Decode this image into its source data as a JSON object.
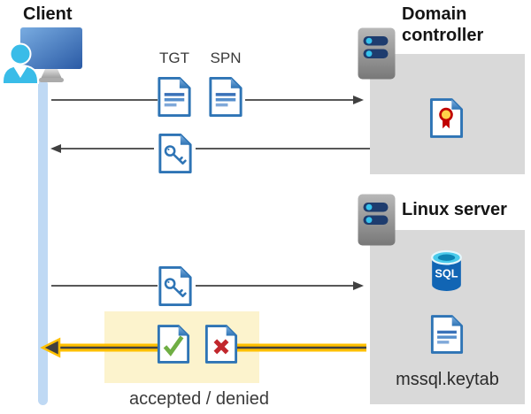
{
  "actors": {
    "client": {
      "label": "Client",
      "icon": "person-at-computer-icon"
    },
    "domain_controller": {
      "label": "Domain controller",
      "icon": "server-icon",
      "contains": [
        {
          "icon": "certificate-document-icon"
        }
      ]
    },
    "linux_server": {
      "label": "Linux server",
      "icon": "server-icon",
      "contains": [
        {
          "icon": "sql-database-icon",
          "badge": "SQL"
        },
        {
          "icon": "text-document-icon",
          "label": "mssql.keytab"
        }
      ]
    }
  },
  "flows": [
    {
      "from": "client",
      "to": "domain_controller",
      "payload_icons": [
        "text-document-icon",
        "text-document-icon"
      ],
      "payload_labels": [
        "TGT",
        "SPN"
      ]
    },
    {
      "from": "domain_controller",
      "to": "client",
      "payload_icons": [
        "key-document-icon"
      ]
    },
    {
      "from": "client",
      "to": "linux_server",
      "payload_icons": [
        "key-document-icon"
      ]
    },
    {
      "from": "linux_server",
      "to": "client",
      "payload_icons": [
        "accepted-document-icon",
        "denied-document-icon"
      ],
      "caption": "accepted / denied",
      "highlighted": true
    }
  ],
  "colors": {
    "doc_blue": "#2E74B5",
    "arrow_gray": "#404040",
    "highlight_yellow_bg": "#FCF3CD",
    "highlight_arrow_yellow": "#FFC000",
    "box_gray": "#D9D9D9",
    "lifeline_blue": "#BFD9F4",
    "accept_green": "#6FAE44",
    "deny_red": "#C1272D",
    "person_cyan": "#39BCE8",
    "sql_blue": "#1165B4",
    "cert_red": "#C00000",
    "cert_gold": "#FFD24A"
  }
}
